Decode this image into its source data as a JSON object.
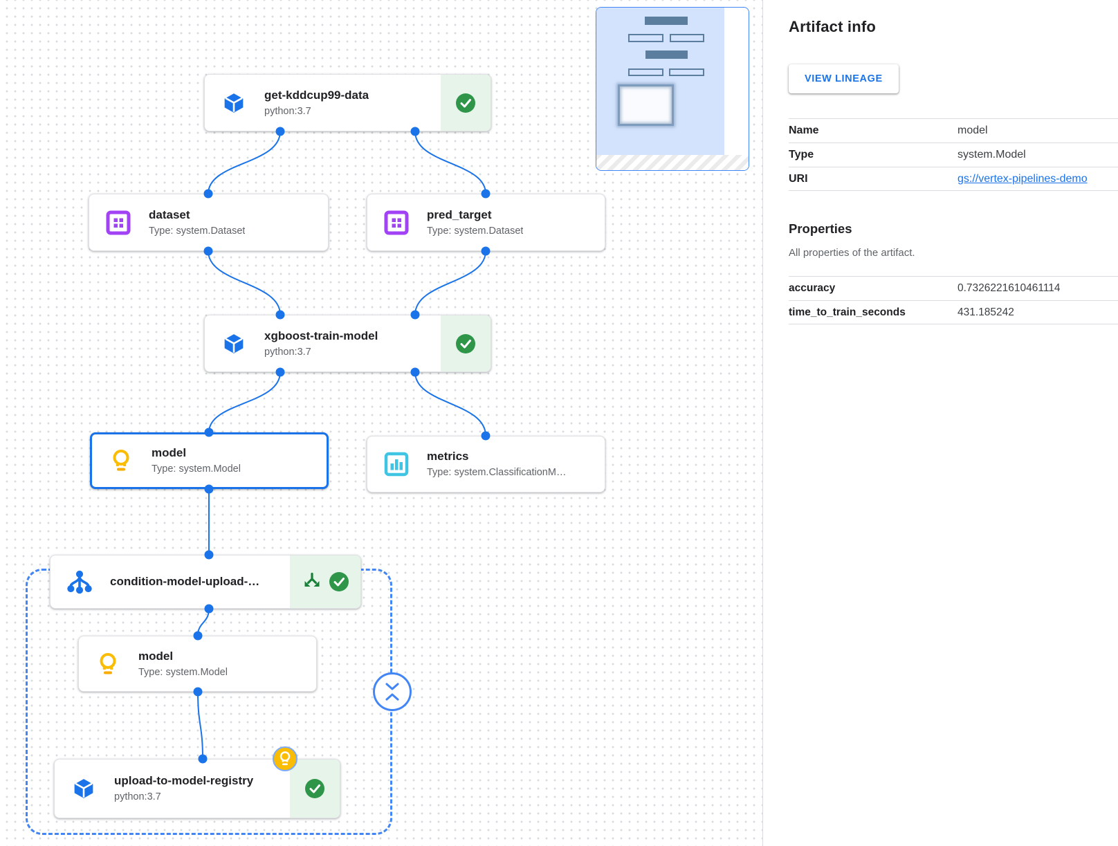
{
  "canvas": {
    "nodes": [
      {
        "title": "get-kddcup99-data",
        "subtitle": "python:3.7",
        "icon": "cube-icon",
        "status": "success"
      },
      {
        "title": "dataset",
        "subtitle": "Type: system.Dataset",
        "icon": "dataset-icon"
      },
      {
        "title": "pred_target",
        "subtitle": "Type: system.Dataset",
        "icon": "dataset-icon"
      },
      {
        "title": "xgboost-train-model",
        "subtitle": "python:3.7",
        "icon": "cube-icon",
        "status": "success"
      },
      {
        "title": "model",
        "subtitle": "Type: system.Model",
        "icon": "lightbulb-icon",
        "selected": true
      },
      {
        "title": "metrics",
        "subtitle": "Type: system.ClassificationM…",
        "icon": "metrics-icon"
      },
      {
        "title": "condition-model-upload-…",
        "icon": "condition-icon",
        "status": "success",
        "extra_status_icon": "branch-split-icon"
      },
      {
        "title": "model",
        "subtitle": "Type: system.Model",
        "icon": "lightbulb-icon"
      },
      {
        "title": "upload-to-model-registry",
        "subtitle": "python:3.7",
        "icon": "cube-icon",
        "status": "success",
        "badge": "lightbulb-badge"
      }
    ],
    "group": {
      "type": "condition",
      "collapse_icon": "collapse-vertical-icon"
    },
    "minimap": {
      "icon": "minimap-navigator"
    }
  },
  "panel": {
    "title": "Artifact info",
    "view_lineage_label": "VIEW LINEAGE",
    "info_rows": [
      {
        "label": "Name",
        "value": "model"
      },
      {
        "label": "Type",
        "value": "system.Model"
      },
      {
        "label": "URI",
        "value": "gs://vertex-pipelines-demo",
        "link": true
      }
    ],
    "properties": {
      "title": "Properties",
      "subtitle": "All properties of the artifact.",
      "rows": [
        {
          "label": "accuracy",
          "value": "0.7326221610461114"
        },
        {
          "label": "time_to_train_seconds",
          "value": "431.185242"
        }
      ]
    }
  },
  "colors": {
    "edge_blue": "#1a73e8",
    "selection_blue": "#1a73e8",
    "dashed_group_blue": "#4285f4",
    "success_green": "#2e9549",
    "success_strip_bg": "#e6f4ea",
    "branch_green": "#188038",
    "dataset_purple": "#a142f4",
    "model_yellow": "#fbbc04",
    "metrics_cyan": "#3fc4e4",
    "link_blue": "#1a73e8",
    "minimap_fill": "#d3e3fd",
    "minimap_node": "#5b7e9e"
  }
}
